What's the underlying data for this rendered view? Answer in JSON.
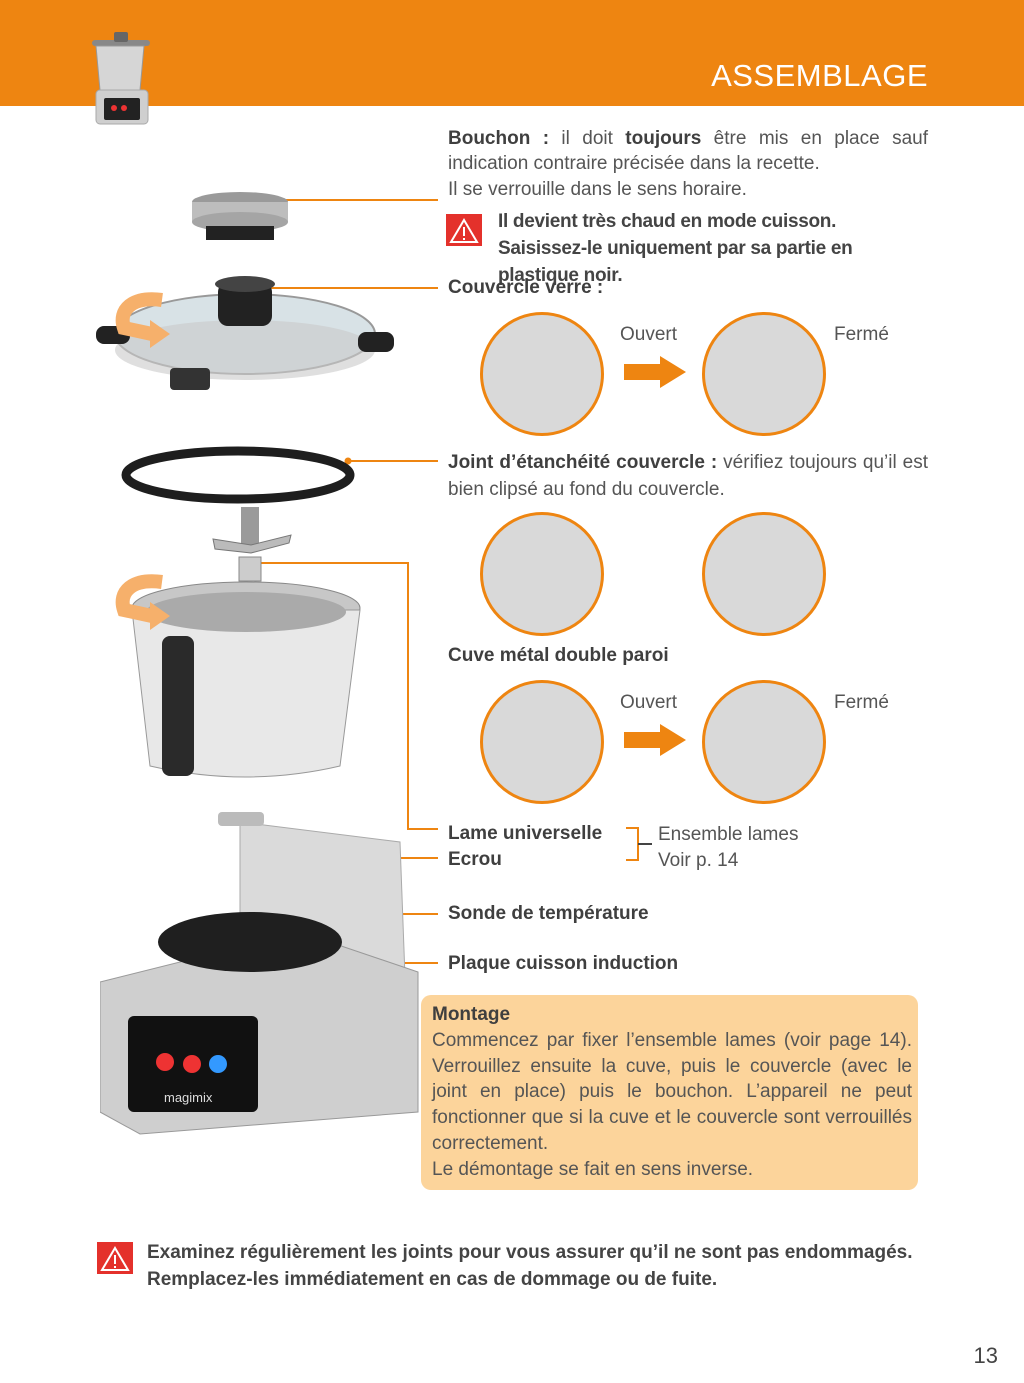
{
  "header": {
    "section_title": "ASSEMBLAGE"
  },
  "bouchon": {
    "title": "Bouchon :",
    "text_a": " il doit ",
    "text_bold": "toujours",
    "text_b": " être mis en place sauf indication contraire précisée dans la recette.",
    "text_c": "Il se verrouille dans le sens horaire.",
    "warning": "Il devient très chaud en mode cuisson. Saisissez-le uniquement par sa partie en plastique noir."
  },
  "couvercle": {
    "title": "Couvercle verre :",
    "state_open": "Ouvert",
    "state_closed": "Fermé"
  },
  "joint": {
    "title": "Joint d’étanchéité couvercle :",
    "text": " vérifiez toujours qu’il est bien clipsé au fond du couvercle."
  },
  "cuve": {
    "title": "Cuve métal double paroi",
    "state_open": "Ouvert",
    "state_closed": "Fermé"
  },
  "lames": {
    "lame": "Lame universelle",
    "ecrou": "Ecrou",
    "ensemble": "Ensemble lames",
    "voir": "Voir p. 14"
  },
  "sonde": "Sonde de température",
  "plaque": "Plaque cuisson induction",
  "montage": {
    "title": "Montage",
    "text": "Commencez par fixer l’ensemble lames (voir page 14). Verrouillez ensuite la cuve, puis le couvercle (avec le joint en place) puis le bouchon. L’appareil ne peut fonctionner que si la cuve et le couvercle sont verrouillés correctement.",
    "text2": "Le démontage se fait en sens inverse."
  },
  "bottom_warning": {
    "line1": "Examinez régulièrement les joints pour vous assurer qu’il ne sont pas endommagés.",
    "line2": "Remplacez-les immédiatement en cas de dommage ou de fuite."
  },
  "device_brand": "magimix",
  "page_number": "13",
  "colors": {
    "accent": "#ee8511",
    "box": "#fcd49b",
    "warning": "#e4312b"
  }
}
